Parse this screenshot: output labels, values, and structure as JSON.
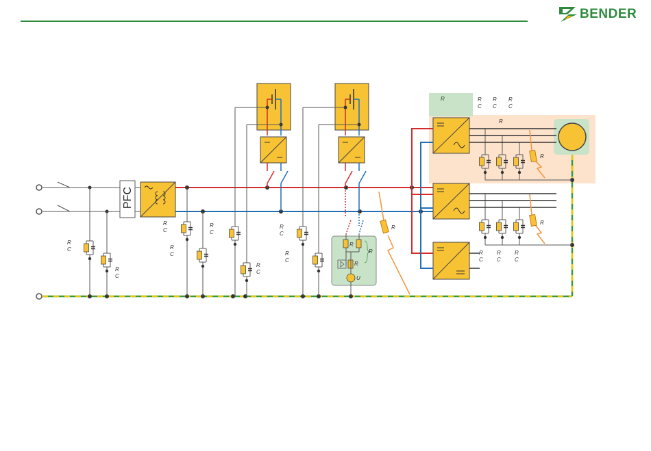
{
  "brand": {
    "name": "BENDER",
    "color": "#2e8b3e"
  },
  "labels": {
    "pfc": "PFC",
    "r": "R",
    "c": "C",
    "u": "U"
  },
  "colors": {
    "phase_line": "#d42b2b",
    "neutral_line": "#1f6fb8",
    "earth_yellow": "#e8c814",
    "earth_green": "#3a9a3a",
    "component_fill": "#f7c234",
    "motor_zone": "#fde2cc",
    "monitor_zone": "#c9e3c9",
    "fault_path": "#f0953a"
  }
}
